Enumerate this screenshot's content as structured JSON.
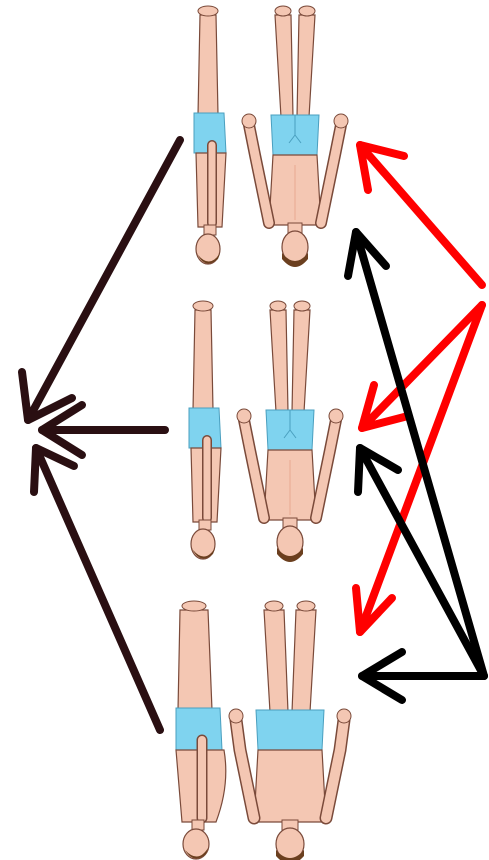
{
  "figure": {
    "background": "#ffffff",
    "skin_color": "#f4c7b3",
    "skin_shadow": "#e8aa90",
    "outline_color": "#7a4a3a",
    "shorts_color": "#7fd3ef",
    "hair_color": "#6b3f1f",
    "arrow_dark_color": "#2a0f12",
    "arrow_red_color": "#ff0000",
    "arrow_black_color": "#000000",
    "rows": [
      {
        "name": "row-top",
        "build": "lean"
      },
      {
        "name": "row-middle",
        "build": "lean"
      },
      {
        "name": "row-bottom",
        "build": "heavy"
      }
    ]
  }
}
